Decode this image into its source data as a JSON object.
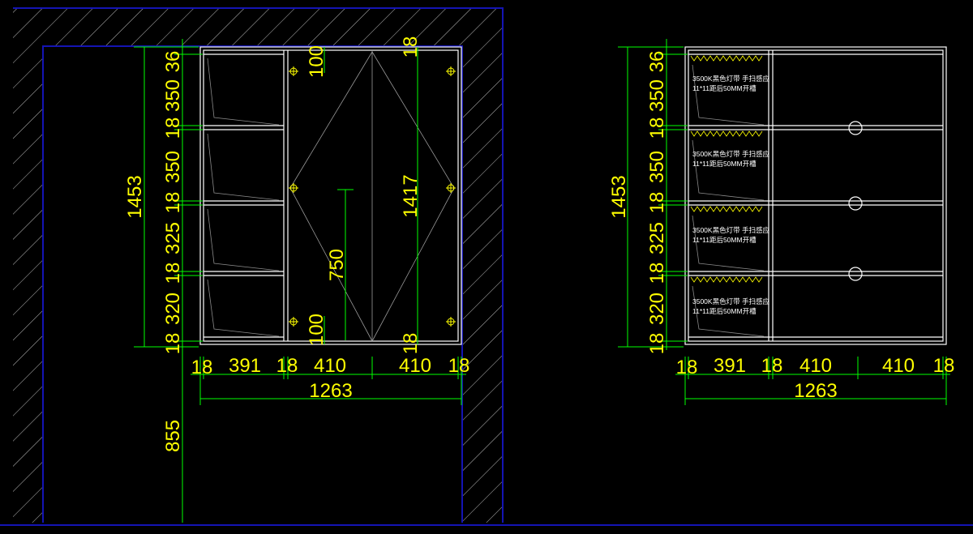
{
  "colors": {
    "background": "#000000",
    "wall_outline": "#1010b0",
    "cabinet_lines": "#ffffff",
    "dimension_lines": "#00ff00",
    "dimension_text": "#ffff00",
    "door_diagonals": "#9a9a9a",
    "light_strip": "#ffff00",
    "hatch": "#ffffff"
  },
  "left_elevation": {
    "vertical_dims": [
      "36",
      "350",
      "18",
      "350",
      "18",
      "325",
      "18",
      "320",
      "18"
    ],
    "overall_height": "1453",
    "horizontal_dims": [
      "18",
      "391",
      "18",
      "410",
      "410",
      "18"
    ],
    "overall_width": "1263",
    "mount_height": "855",
    "door_height": "1417",
    "door_top_offset": "18",
    "door_bottom_offset": "18",
    "handle_offset_top": "100",
    "handle_offset_bottom": "100",
    "handle_height": "750"
  },
  "right_elevation": {
    "vertical_dims": [
      "36",
      "350",
      "18",
      "350",
      "18",
      "325",
      "18",
      "320",
      "18"
    ],
    "overall_height": "1453",
    "horizontal_dims": [
      "18",
      "391",
      "18",
      "410",
      "410",
      "18"
    ],
    "overall_width": "1263",
    "light_notes": [
      {
        "line1": "3500K黑色灯带  手扫感应",
        "line2": "11*11距后50MM开槽"
      },
      {
        "line1": "3500K黑色灯带  手扫感应",
        "line2": "11*11距后50MM开槽"
      },
      {
        "line1": "3500K黑色灯带  手扫感应",
        "line2": "11*11距后50MM开槽"
      },
      {
        "line1": "3500K黑色灯带  手扫感应",
        "line2": "11*11距后50MM开槽"
      }
    ]
  }
}
